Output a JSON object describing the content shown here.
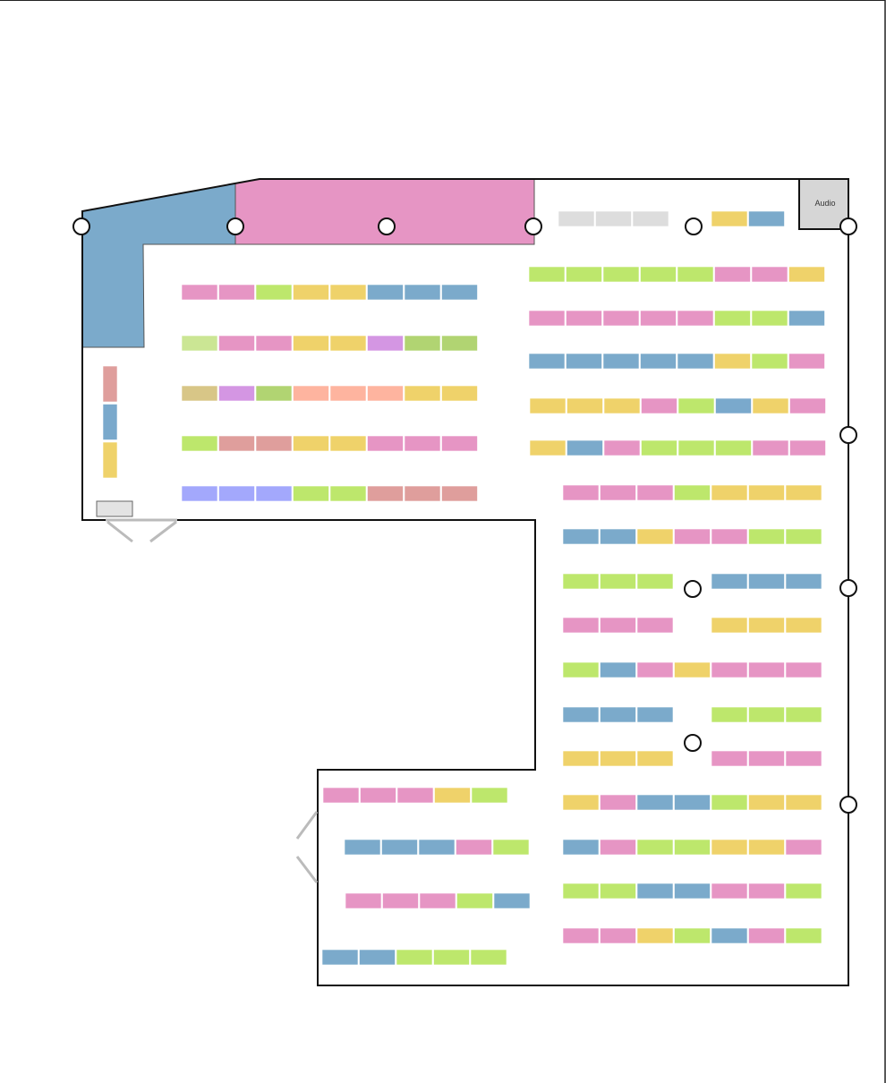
{
  "audio_label": "Audio",
  "colors": {
    "P": "#e695c4",
    "G": "#bde76c",
    "Y": "#efd26a",
    "B": "#7baacb",
    "LG": "#cbe694",
    "DG": "#b1d472",
    "V": "#d496e3",
    "T": "#d8c687",
    "S": "#feb49f",
    "R": "#df9e9c",
    "L": "#a3a8fc",
    "K": "#7aa9cc",
    "X": "#dddddd"
  },
  "sections": {
    "left_rows": [
      [
        "P",
        "P",
        "G",
        "Y",
        "Y",
        "B",
        "B",
        "B"
      ],
      [
        "LG",
        "P",
        "P",
        "Y",
        "Y",
        "V",
        "DG",
        "DG"
      ],
      [
        "T",
        "V",
        "DG",
        "S",
        "S",
        "S",
        "Y",
        "Y"
      ],
      [
        "G",
        "R",
        "R",
        "Y",
        "Y",
        "P",
        "P",
        "P"
      ],
      [
        "L",
        "L",
        "L",
        "G",
        "G",
        "R",
        "R",
        "R"
      ]
    ],
    "left_vertical": [
      "R",
      "K",
      "Y"
    ],
    "top_right_gray": [
      "X",
      "X",
      "X"
    ],
    "top_right_pair": [
      "Y",
      "B"
    ],
    "right_upper_rows": [
      [
        "G",
        "G",
        "G",
        "G",
        "G",
        "P",
        "P",
        "Y"
      ],
      [
        "P",
        "P",
        "P",
        "P",
        "P",
        "G",
        "G",
        "B"
      ],
      [
        "B",
        "B",
        "B",
        "B",
        "B",
        "Y",
        "G",
        "P"
      ],
      [
        "Y",
        "Y",
        "Y",
        "P",
        "G",
        "K",
        "Y",
        "P"
      ],
      [
        "Y",
        "B",
        "P",
        "G",
        "G",
        "G",
        "P",
        "P"
      ]
    ],
    "right_lower_rows": [
      [
        "P",
        "P",
        "P",
        "G",
        "Y",
        "Y",
        "Y"
      ],
      [
        "B",
        "B",
        "Y",
        "P",
        "P",
        "G",
        "G"
      ],
      [
        "G",
        "G",
        "G",
        "",
        "B",
        "B",
        "B"
      ],
      [
        "P",
        "P",
        "P",
        "",
        "Y",
        "Y",
        "Y"
      ],
      [
        "G",
        "B",
        "P",
        "Y",
        "P",
        "P",
        "P"
      ],
      [
        "B",
        "B",
        "B",
        "",
        "G",
        "G",
        "G"
      ],
      [
        "Y",
        "Y",
        "Y",
        "",
        "P",
        "P",
        "P"
      ],
      [
        "Y",
        "P",
        "B",
        "B",
        "G",
        "Y",
        "Y"
      ],
      [
        "B",
        "P",
        "G",
        "G",
        "Y",
        "Y",
        "P"
      ],
      [
        "G",
        "G",
        "B",
        "B",
        "P",
        "P",
        "G"
      ],
      [
        "P",
        "P",
        "Y",
        "G",
        "B",
        "P",
        "G"
      ]
    ],
    "bottom_room_rows": [
      [
        "P",
        "P",
        "P",
        "Y",
        "G"
      ],
      [
        "B",
        "B",
        "B",
        "P",
        "G"
      ],
      [
        "P",
        "P",
        "P",
        "G",
        "B"
      ],
      [
        "B",
        "B",
        "G",
        "G",
        "G"
      ]
    ]
  }
}
